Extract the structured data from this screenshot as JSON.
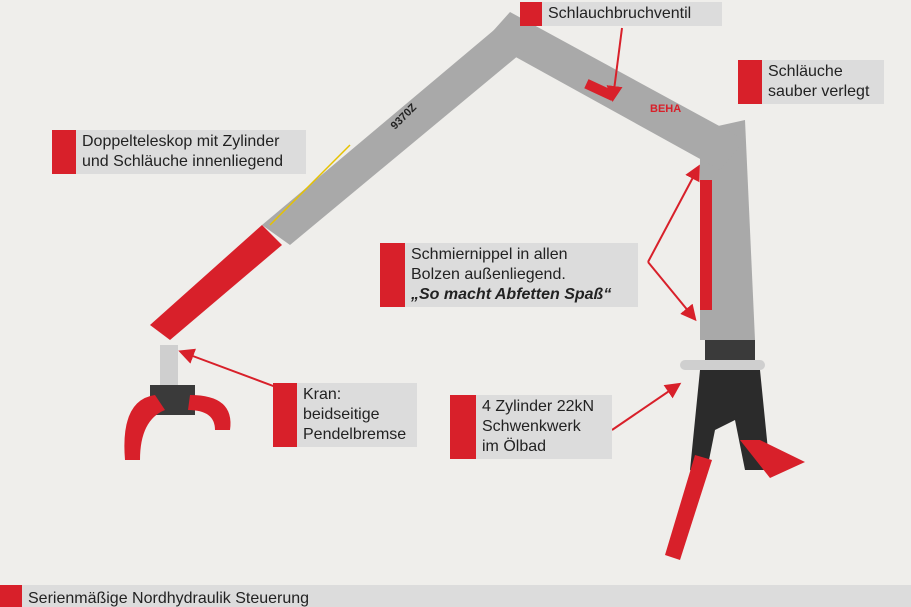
{
  "callouts": {
    "hose_valve": {
      "lines": [
        "Schlauchbruchventil"
      ]
    },
    "hoses": {
      "lines": [
        "Schläuche",
        "sauber verlegt"
      ]
    },
    "telescope": {
      "lines": [
        "Doppelteleskop mit Zylinder",
        "und Schläuche innenliegend"
      ]
    },
    "grease": {
      "lines": [
        "Schmiernippel in allen",
        "Bolzen außenliegend.",
        "„So macht Abfetten Spaß“"
      ]
    },
    "brake": {
      "lines": [
        "Kran:",
        "beidseitige",
        "Pendelbremse"
      ]
    },
    "slewing": {
      "lines": [
        "4 Zylinder 22kN",
        "Schwenkwerk",
        "im Ölbad"
      ]
    }
  },
  "footer": {
    "label": "Serienmäßige Nordhydraulik Steuerung"
  },
  "crane_markings": {
    "model": "9370Z",
    "brand": "BEHA"
  },
  "colors": {
    "accent": "#d8202a",
    "label_bg": "#dcdcdc",
    "boom": "#a9a9a9",
    "background": "#efeeeb"
  }
}
